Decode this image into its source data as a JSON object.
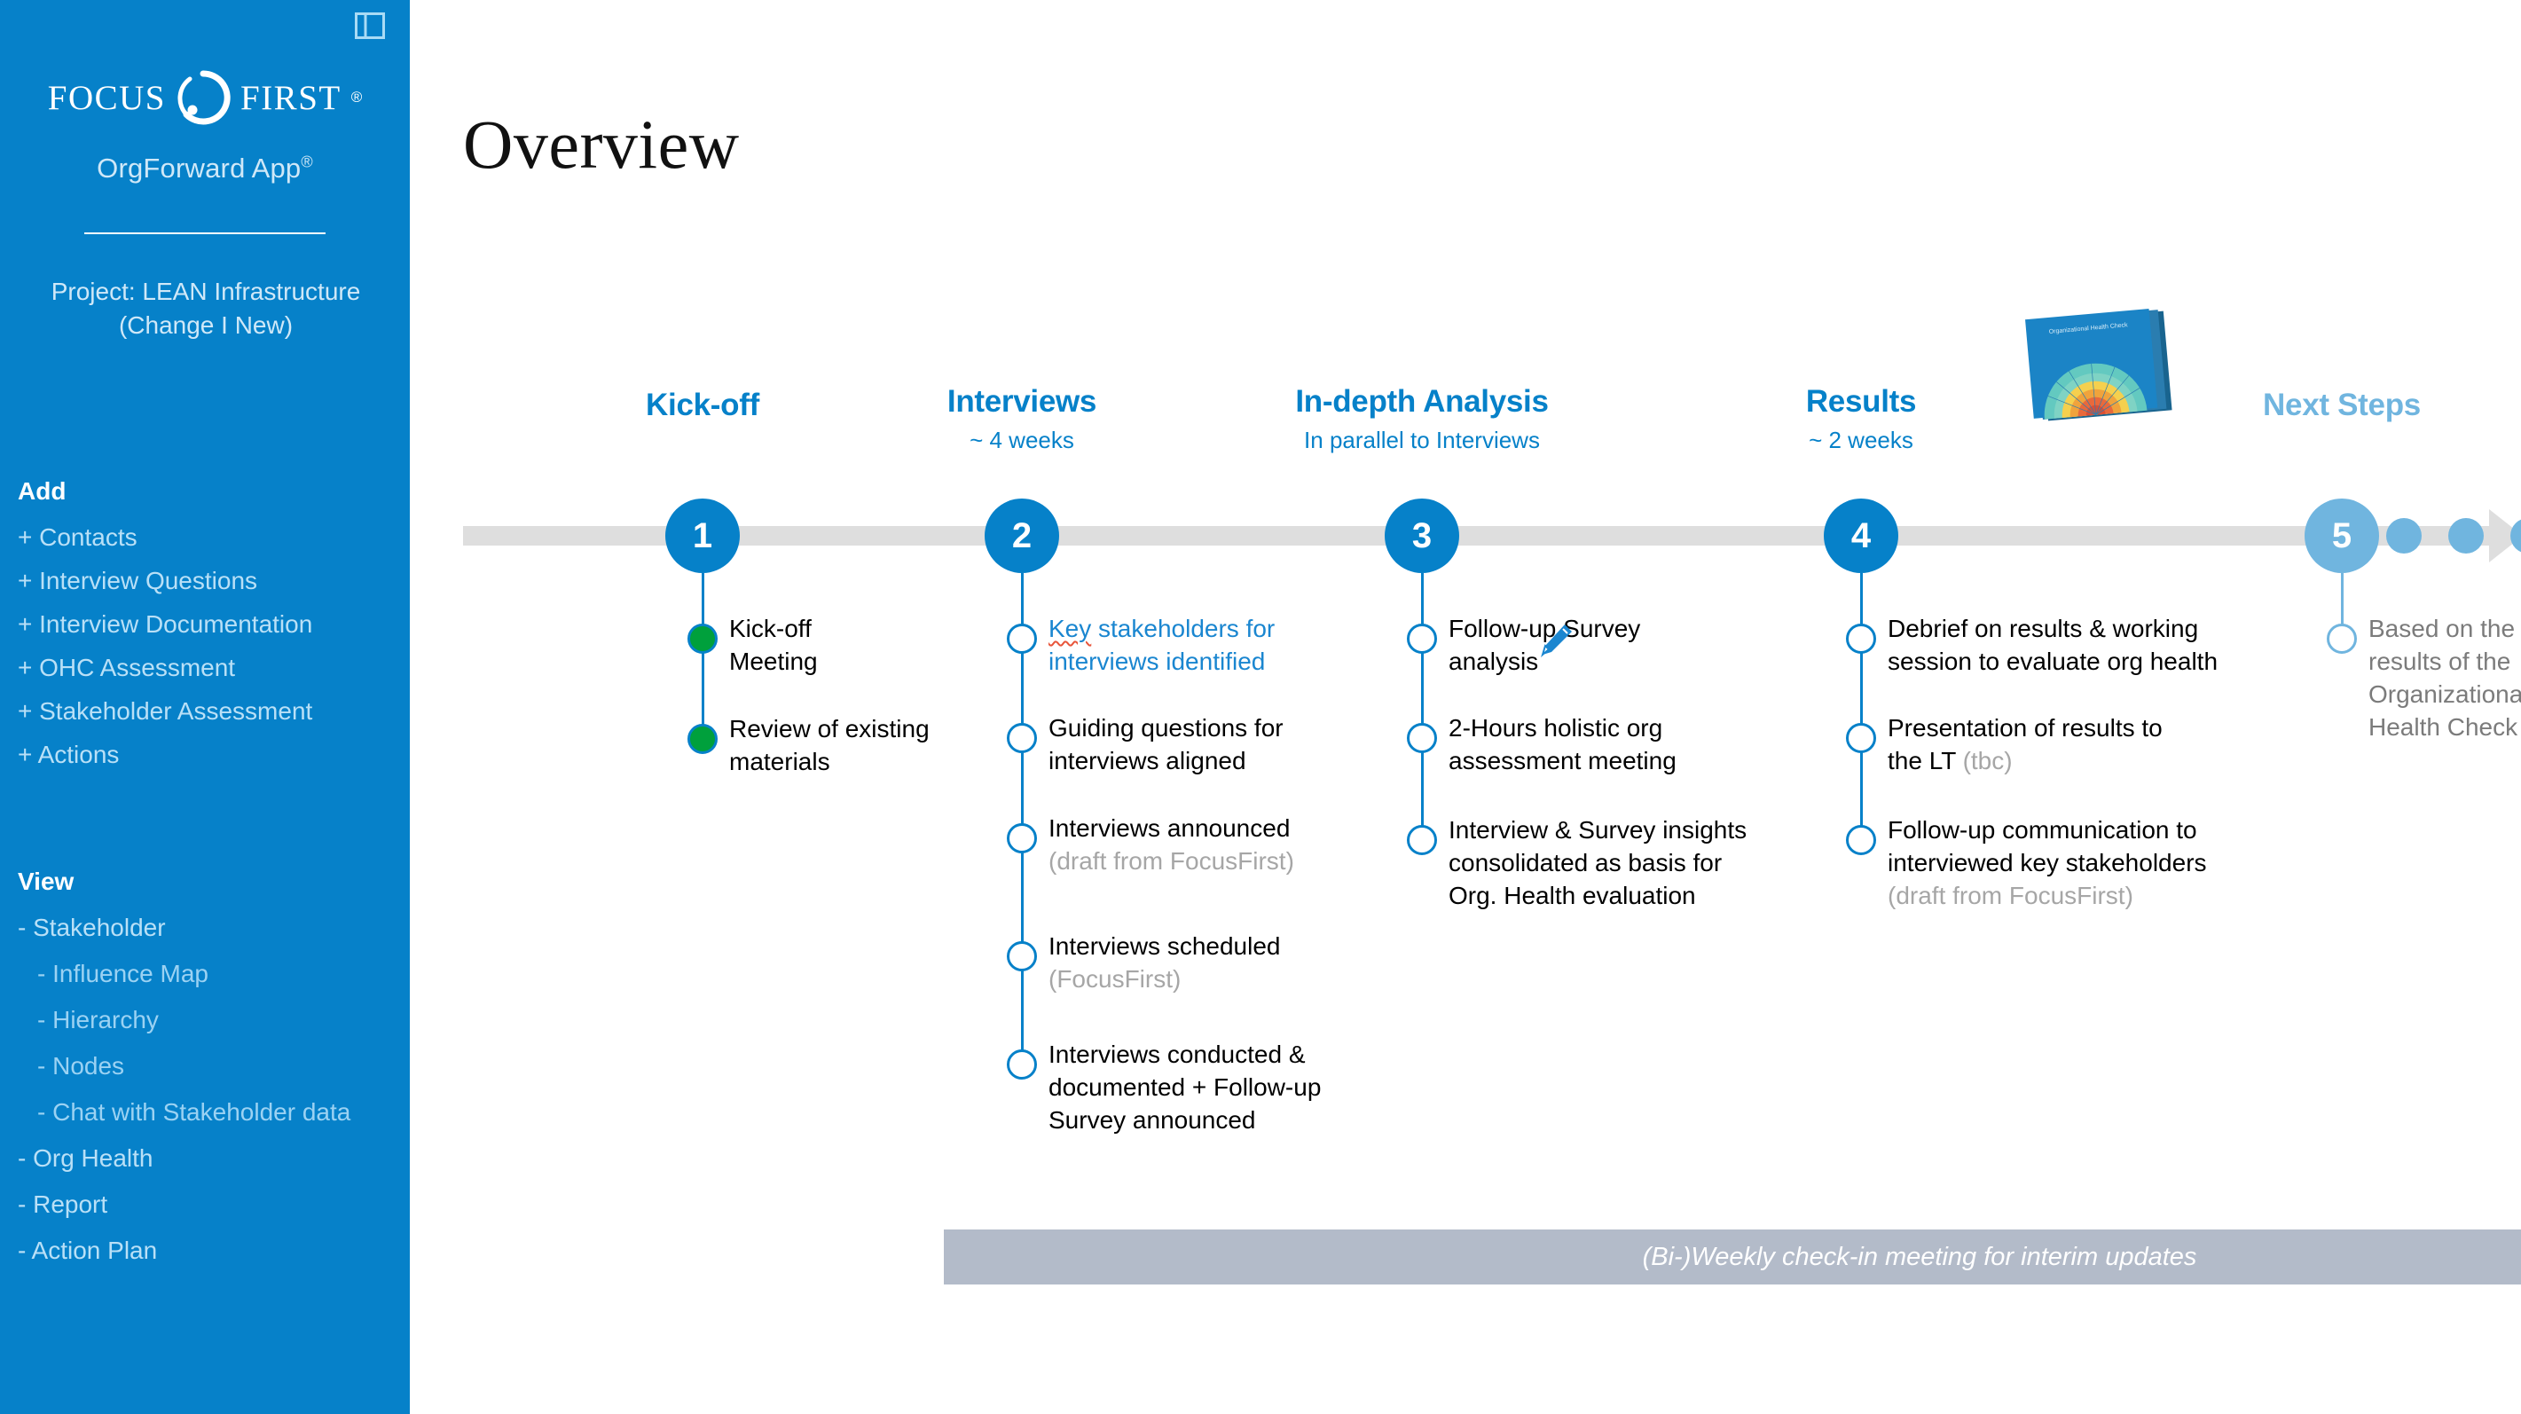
{
  "sidebar": {
    "panel_toggle_icon": "sidebar-panel-toggle-icon",
    "logo": {
      "word1": "Focus",
      "word2": "First",
      "registered": "®"
    },
    "app_name": "OrgForward App",
    "app_name_registered": "®",
    "project_label": "Project: LEAN Infrastructure\n(Change I New)",
    "add_heading": "Add",
    "add_items": [
      "+ Contacts",
      "+ Interview Questions",
      "+ Interview Documentation",
      "+ OHC Assessment",
      "+ Stakeholder Assessment",
      "+ Actions"
    ],
    "view_heading": "View",
    "view_items": [
      {
        "label": "- Stakeholder",
        "sub": false
      },
      {
        "label": "- Influence Map",
        "sub": true
      },
      {
        "label": "- Hierarchy",
        "sub": true
      },
      {
        "label": "- Nodes",
        "sub": true
      },
      {
        "label": "- Chat with Stakeholder data",
        "sub": true
      },
      {
        "label": "- Org Health",
        "sub": false
      },
      {
        "label": "- Report",
        "sub": false
      },
      {
        "label": "- Action Plan",
        "sub": false
      }
    ]
  },
  "main": {
    "page_title": "Overview",
    "banner_text": "(Bi-)Weekly check-in meeting for interim updates",
    "results_thumbnail_title": "Organizational Health Check",
    "edit_icon": "pencil-edit-icon"
  },
  "timeline": {
    "phases": [
      {
        "number": "1",
        "title": "Kick-off",
        "subtitle": "",
        "items": [
          {
            "text": "Kick-off\nMeeting",
            "state": "done"
          },
          {
            "text": "Review of existing\nmaterials",
            "state": "done"
          }
        ]
      },
      {
        "number": "2",
        "title": "Interviews",
        "subtitle": "~ 4 weeks",
        "items": [
          {
            "text": "Key stakeholders for\ninterviews identified",
            "state": "open",
            "highlight": true,
            "spellcheck_word": "Key",
            "has_edit": true
          },
          {
            "text": "Guiding questions for\ninterviews aligned",
            "state": "open"
          },
          {
            "text": "Interviews announced",
            "note": "(draft from FocusFirst)",
            "state": "open"
          },
          {
            "text": "Interviews scheduled",
            "note": "(FocusFirst)",
            "state": "open"
          },
          {
            "text": "Interviews conducted &\ndocumented + Follow-up\nSurvey announced",
            "state": "open"
          }
        ]
      },
      {
        "number": "3",
        "title": "In-depth Analysis",
        "subtitle": "In parallel to Interviews",
        "items": [
          {
            "text": "Follow-up Survey\nanalysis",
            "state": "open"
          },
          {
            "text": "2-Hours holistic org\nassessment meeting",
            "state": "open"
          },
          {
            "text": "Interview & Survey insights\nconsolidated as basis for\nOrg. Health evaluation",
            "state": "open"
          }
        ]
      },
      {
        "number": "4",
        "title": "Results",
        "subtitle": "~ 2 weeks",
        "items": [
          {
            "text": "Debrief on results & working\nsession to evaluate org health",
            "state": "open"
          },
          {
            "text": "Presentation of results to\nthe LT ",
            "note_inline": "(tbc)",
            "state": "open"
          },
          {
            "text": "Follow-up communication to\ninterviewed key stakeholders",
            "note": "(draft from FocusFirst)",
            "state": "open"
          }
        ]
      },
      {
        "number": "5",
        "title": "Next Steps",
        "subtitle": "",
        "muted": true,
        "items": [
          {
            "text": "Based on the\nresults of the\nOrganizational\nHealth Check",
            "state": "open",
            "grey": true
          }
        ]
      }
    ]
  },
  "colors": {
    "brand_blue": "#0681c9",
    "light_blue": "#70b5df",
    "green_done": "#00a03c",
    "track_grey": "#dedede",
    "banner_grey": "#b3bbc9",
    "note_grey": "#a6a6a6"
  }
}
